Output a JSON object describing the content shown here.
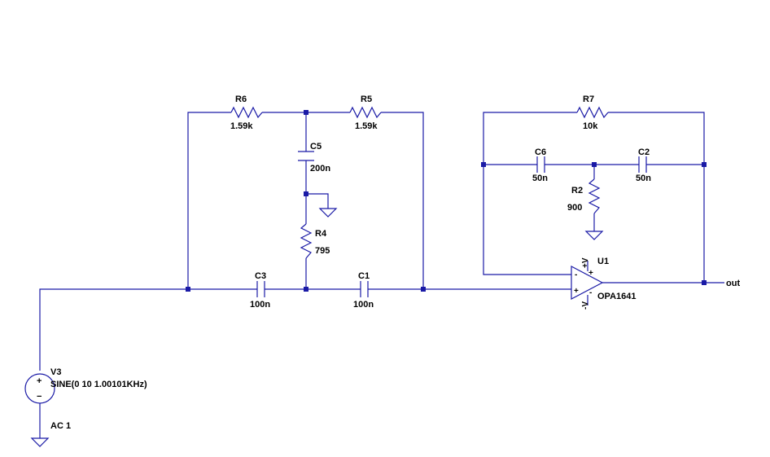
{
  "components": {
    "r6": {
      "name": "R6",
      "value": "1.59k"
    },
    "r5": {
      "name": "R5",
      "value": "1.59k"
    },
    "c5": {
      "name": "C5",
      "value": "200n"
    },
    "r4": {
      "name": "R4",
      "value": "795"
    },
    "c3": {
      "name": "C3",
      "value": "100n"
    },
    "c1": {
      "name": "C1",
      "value": "100n"
    },
    "r7": {
      "name": "R7",
      "value": "10k"
    },
    "c6": {
      "name": "C6",
      "value": "50n"
    },
    "c2": {
      "name": "C2",
      "value": "50n"
    },
    "r2": {
      "name": "R2",
      "value": "900"
    },
    "u1": {
      "name": "U1",
      "model": "OPA1641",
      "pos_supply": "+V",
      "neg_supply": "-V",
      "plus_sign": "+",
      "minus_sign": "-"
    },
    "v3": {
      "name": "V3",
      "value": "SINE(0 10 1.00101KHz)",
      "ac": "AC 1",
      "plus_sign": "+",
      "minus_sign": "−"
    }
  },
  "nets": {
    "out": "out"
  },
  "colors": {
    "wire": "#1a1aa6",
    "background": "#ffffff",
    "text": "#000000"
  }
}
